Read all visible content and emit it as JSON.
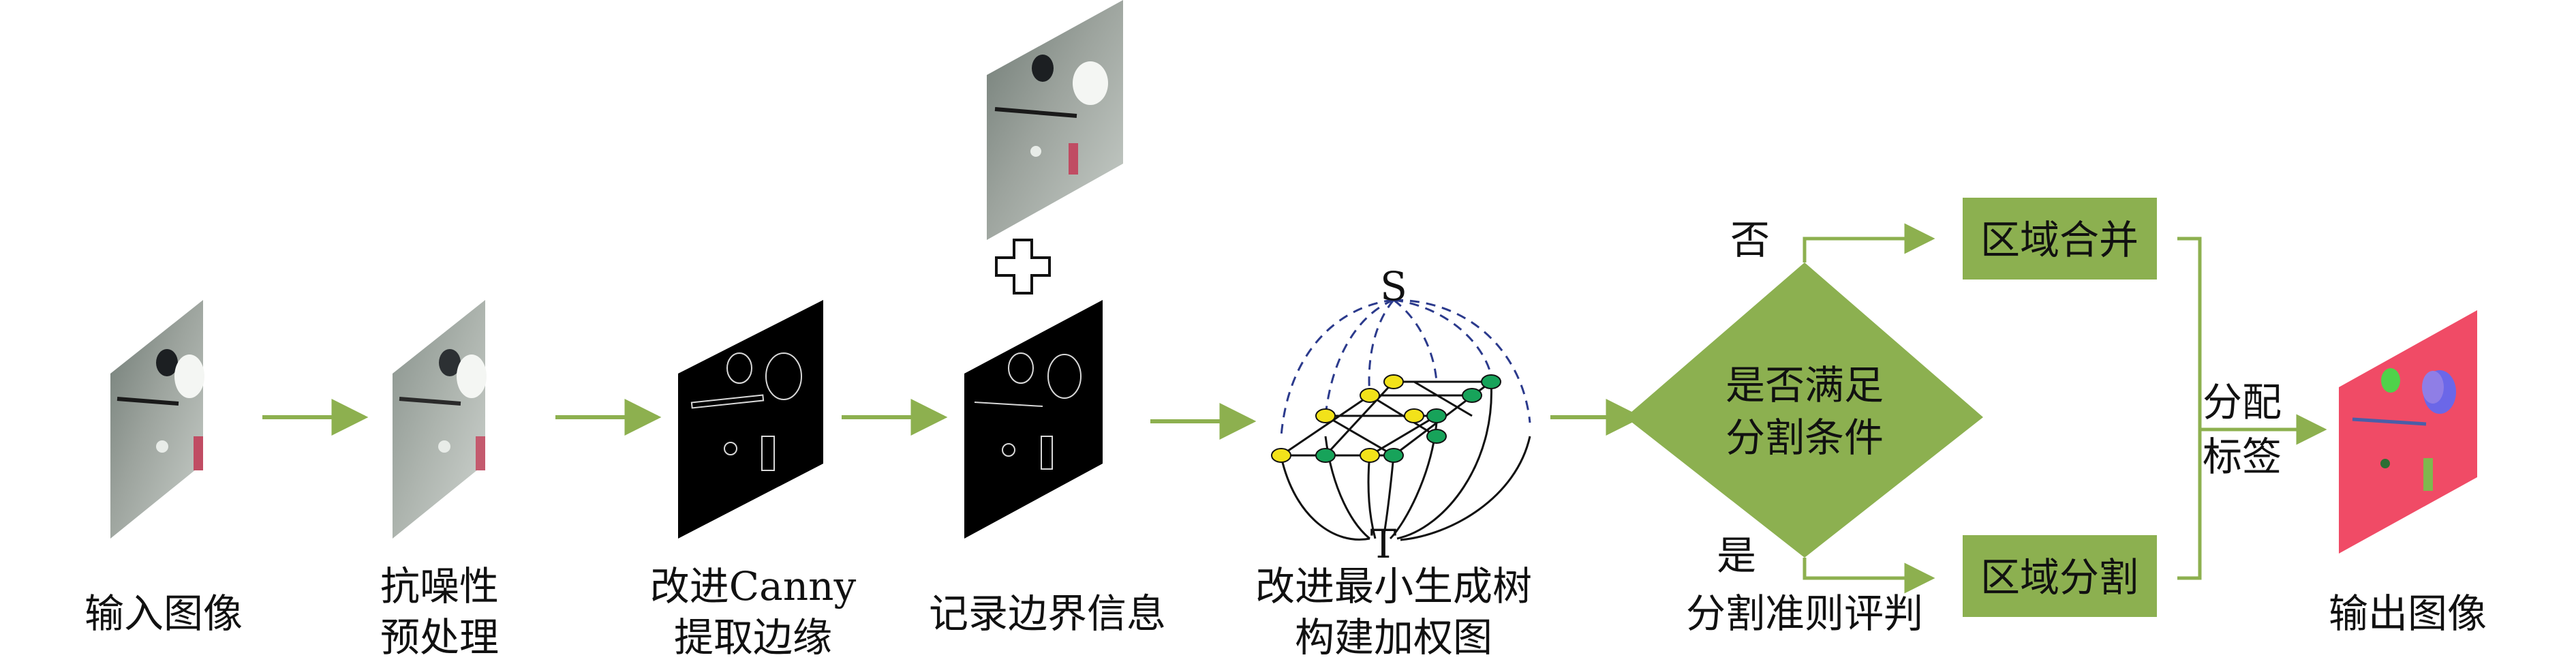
{
  "steps": [
    {
      "id": "input",
      "lines": [
        "输入图像"
      ]
    },
    {
      "id": "denoise",
      "lines": [
        "抗噪性",
        "预处理"
      ]
    },
    {
      "id": "canny",
      "lines": [
        "改进Canny",
        "提取边缘"
      ]
    },
    {
      "id": "record",
      "lines": [
        "记录边界信息"
      ]
    },
    {
      "id": "mst",
      "lines": [
        "改进最小生成树",
        "构建加权图"
      ]
    },
    {
      "id": "judge",
      "lines": [
        "分割准则评判"
      ]
    },
    {
      "id": "output",
      "lines": [
        "输出图像"
      ]
    }
  ],
  "decision": {
    "lines": [
      "是否满足",
      "分割条件"
    ],
    "no_label": "否",
    "yes_label": "是"
  },
  "merge_box": "区域合并",
  "split_box": "区域分割",
  "assign_label": {
    "lines": [
      "分配",
      "标签"
    ]
  },
  "graph": {
    "source_label": "S",
    "sink_label": "T"
  },
  "plus_sign": "+",
  "colors": {
    "arrow": "#8db04f",
    "box_fill": "#8cb050",
    "diamond_fill": "#8cb050",
    "node_yellow": "#f2e21a",
    "node_green": "#17a35a",
    "output_bg": "#f04b66"
  }
}
